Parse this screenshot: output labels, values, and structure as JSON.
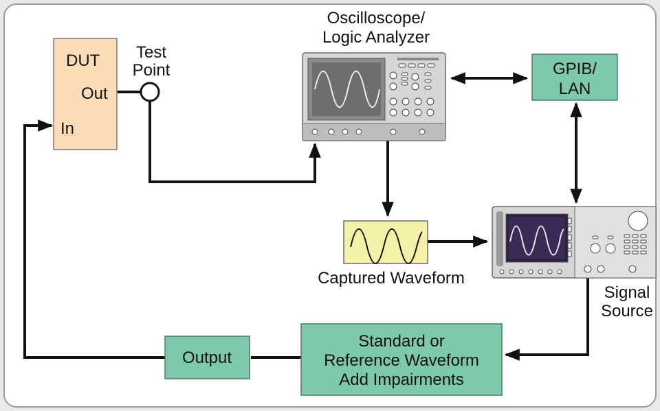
{
  "colors": {
    "background": "#ffffff",
    "dut_fill": "#fbdcb8",
    "green_box": "#7fc9ab",
    "yellow_box": "#f6f1a8",
    "wire": "#111111",
    "instrument_body": "#d6d6d6",
    "osc_screen": "#6e6e6e",
    "src_screen": "#3c2a56"
  },
  "dut": {
    "title": "DUT",
    "out_label": "Out",
    "in_label": "In"
  },
  "test_point": {
    "line1": "Test",
    "line2": "Point"
  },
  "oscilloscope": {
    "line1": "Oscilloscope/",
    "line2": "Logic Analyzer"
  },
  "gpib": {
    "line1": "GPIB/",
    "line2": "LAN"
  },
  "captured_waveform": {
    "label": "Captured Waveform"
  },
  "signal_source": {
    "line1": "Signal",
    "line2": "Source"
  },
  "output_box": {
    "label": "Output"
  },
  "reference_box": {
    "line1": "Standard or",
    "line2": "Reference Waveform",
    "line3": "Add Impairments"
  }
}
